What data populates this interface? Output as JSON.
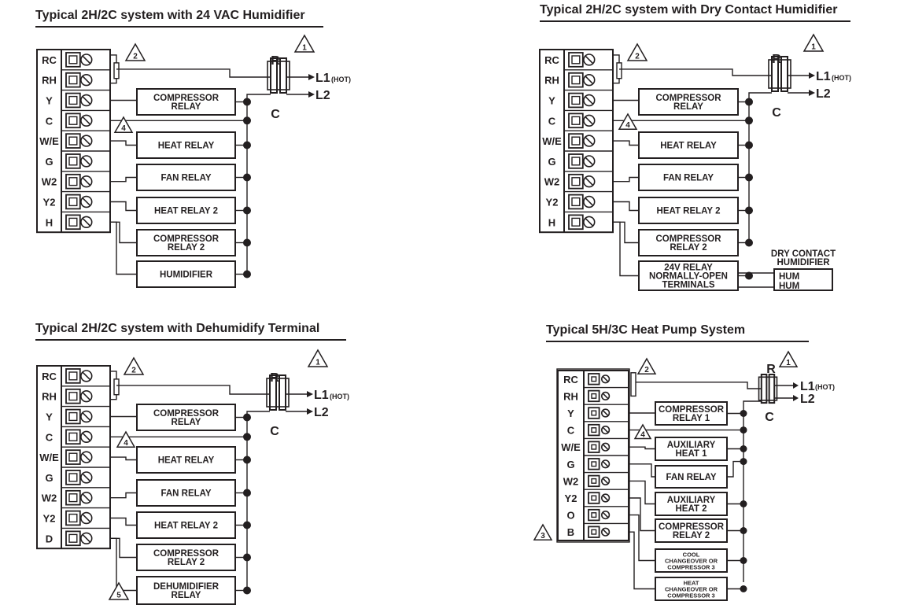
{
  "colors": {
    "ink": "#231f20",
    "background": "#ffffff"
  },
  "labels": {
    "R": "R",
    "C": "C",
    "L1": "L1",
    "hot": "(HOT)",
    "L2": "L2",
    "hum": "HUM"
  },
  "diagrams": [
    {
      "title": "Typical 2H/2C system with 24 VAC Humidifier",
      "terminals": [
        "RC",
        "RH",
        "Y",
        "C",
        "W/E",
        "G",
        "W2",
        "Y2",
        "H"
      ],
      "relays": [
        [
          "COMPRESSOR",
          "RELAY"
        ],
        [
          "HEAT RELAY"
        ],
        [
          "FAN RELAY"
        ],
        [
          "HEAT RELAY 2"
        ],
        [
          "COMPRESSOR",
          "RELAY 2"
        ],
        [
          "HUMIDIFIER"
        ]
      ],
      "notes": [
        "1",
        "2",
        "4"
      ]
    },
    {
      "title": "Typical 2H/2C system with Dry Contact Humidifier",
      "terminals": [
        "RC",
        "RH",
        "Y",
        "C",
        "W/E",
        "G",
        "W2",
        "Y2",
        "H"
      ],
      "relays": [
        [
          "COMPRESSOR",
          "RELAY"
        ],
        [
          "HEAT RELAY"
        ],
        [
          "FAN RELAY"
        ],
        [
          "HEAT RELAY 2"
        ],
        [
          "COMPRESSOR",
          "RELAY 2"
        ],
        [
          "24V RELAY",
          "NORMALLY-OPEN",
          "TERMINALS"
        ]
      ],
      "humidifier_label": [
        "DRY CONTACT",
        "HUMIDIFIER"
      ],
      "notes": [
        "1",
        "2",
        "4"
      ]
    },
    {
      "title": "Typical 2H/2C system with Dehumidify Terminal",
      "terminals": [
        "RC",
        "RH",
        "Y",
        "C",
        "W/E",
        "G",
        "W2",
        "Y2",
        "D"
      ],
      "relays": [
        [
          "COMPRESSOR",
          "RELAY"
        ],
        [
          "HEAT RELAY"
        ],
        [
          "FAN RELAY"
        ],
        [
          "HEAT RELAY 2"
        ],
        [
          "COMPRESSOR",
          "RELAY 2"
        ],
        [
          "DEHUMIDIFIER",
          "RELAY"
        ]
      ],
      "notes": [
        "1",
        "2",
        "4",
        "5"
      ]
    },
    {
      "title": "Typical 5H/3C Heat Pump System",
      "terminals": [
        "RC",
        "RH",
        "Y",
        "C",
        "W/E",
        "G",
        "W2",
        "Y2",
        "O",
        "B"
      ],
      "relays": [
        [
          "COMPRESSOR",
          "RELAY 1"
        ],
        [
          "AUXILIARY",
          "HEAT 1"
        ],
        [
          "FAN RELAY"
        ],
        [
          "AUXILIARY",
          "HEAT 2"
        ],
        [
          "COMPRESSOR",
          "RELAY 2"
        ],
        [
          "COOL",
          "CHANGEOVER OR",
          "COMPRESSOR 3"
        ],
        [
          "HEAT",
          "CHANGEOVER OR",
          "COMPRESSOR 3"
        ]
      ],
      "notes": [
        "1",
        "2",
        "3",
        "4"
      ]
    }
  ]
}
